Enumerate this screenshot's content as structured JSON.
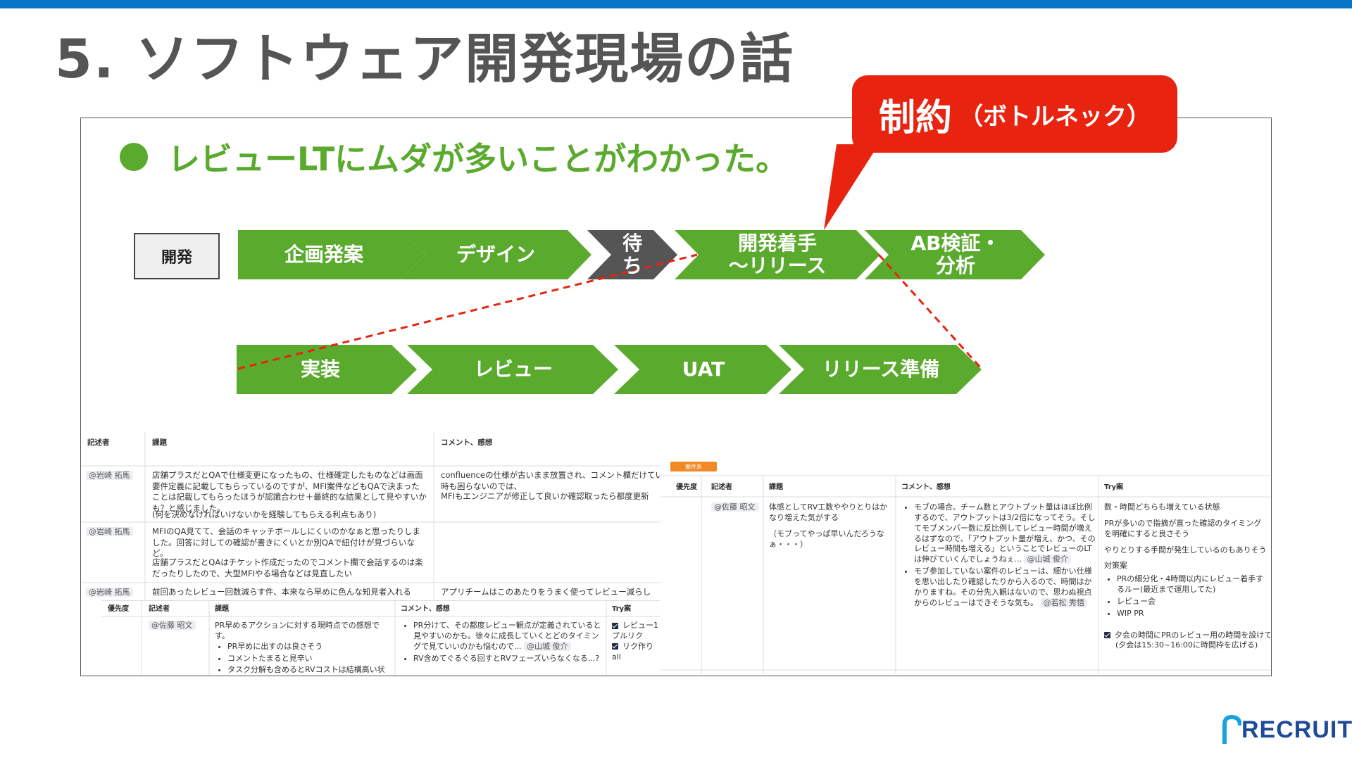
{
  "slide": {
    "title": "5. ソフトウェア開発現場の話",
    "bullet": "レビューLTにムダが多いことがわかった。",
    "callout_main": "制約",
    "callout_sub": "（ボトルネック）",
    "dev_label": "開発",
    "flow_top": [
      "企画発案",
      "デザイン",
      "待\nち",
      "開発着手\n〜リリース",
      "AB検証・\n分析"
    ],
    "flow_bottom": [
      "実装",
      "レビュー",
      "UAT",
      "リリース準備"
    ],
    "logo": "RECRUIT"
  },
  "colors": {
    "accent_green": "#5aaa2e",
    "wait_gray": "#555555",
    "callout_red": "#e8230f",
    "topbar_blue": "#0a74c4",
    "logo_blue": "#1e4a9a"
  },
  "table_a": {
    "headers": [
      "記述者",
      "課題",
      "コメント、感想"
    ],
    "rows": [
      {
        "author": "@岩崎 拓馬",
        "issue": "店舗プラスだとQAで仕様変更になったもの、仕様確定したものなどは画面要件定義に記載してもらっているのですが、MFI案件などもQAで決まったことは記載してもらったほうが認識合わせ＋最終的な結果として見やすいかも？と感じました。",
        "issue2": "(何を決めなければいけないかを経験してもらえる利点もあり)",
        "comment": "confluenceの仕様が古いまま放置され、コメント欄だけていった方が、レビュー時やテスト時も困らないのでは、",
        "comment2": "MFIもエンジニアが修正して良いか確認取ったら都度更新"
      },
      {
        "author": "@岩崎 拓馬",
        "issue": "MFIのQA見てて、会話のキャッチボールしにくいのかなぁと思ったりしました。回答に対しての確認が書きにくいとか別QAで紐付けが見づらいなど。",
        "issue2": "店舗プラスだとQAはチケット作成だったのでコメント欄で会話するのは楽だったりしたので、大型MFIやる場合などは見直したい",
        "comment": "",
        "comment2": ""
      },
      {
        "author": "@岩崎 拓馬",
        "issue": "前回あったレビュー回数減らす件、本来なら早めに色んな知見者入れる",
        "issue2": "",
        "comment": "アプリチームはこのあたりをうまく使ってレビュー減らし",
        "comment2": ""
      }
    ]
  },
  "table_b": {
    "headers": [
      "優先度",
      "記述者",
      "課題",
      "コメント、感想",
      "Try案"
    ],
    "author": "@佐藤 昭文",
    "issue": "PR早めるアクションに対する現時点での感想です。",
    "issue_items": [
      "PR早めに出すのは良さそう",
      "コメントたまると見辛い",
      "タスク分解も含めるとRVコストは結構高い状態にあるきがするけど、フロー効率とし"
    ],
    "comment_items": [
      "PR分けて、その都度レビュー観点が定義されていると見やすいのかも。徐々に成長していくとどのタイミングで見ていいのかも悩むので...",
      "RV含めてぐるぐる回すとRVフェーズいらなくなる...?"
    ],
    "comment_mention": "@山城 俊介",
    "try_items": [
      "レビュー1",
      "プルリク",
      "リク作り",
      "all"
    ]
  },
  "table_c": {
    "tag": "案件系",
    "headers": [
      "優先度",
      "記述者",
      "課題",
      "コメント、感想",
      "Try案"
    ],
    "author": "@佐藤 昭文",
    "issue": "体感としてRV工数ややりとりはかなり増えた気がする",
    "issue2": "（モブってやっぱ早いんだろうなぁ・・・）",
    "comment_1": "モブの場合、チーム数とアウトプット量はほぼ比例するので、アウトプットは3/2倍になってそう。そしてモブメンバー数に反比例してレビュー時間が増えるはずなので、「アウトプット量が増え、かつ、そのレビュー時間も増える」ということでレビューのLTは伸びていくんでしょうねぇ...",
    "comment_1_mention": "@山城 俊介",
    "comment_2": "モブ参加していない案件のレビューは、細かい仕様を思い出したり確認したりから入るので、時間はかかりますね。その分先入観はないので、思わぬ視点からのレビューはできそうな気も。",
    "comment_2_mention": "@若松 秀悟",
    "try_1": "数・時間どちらも増えている状態",
    "try_2": "PRが多いので指摘が直った確認のタイミングを明確にすると良さそう",
    "try_3": "やりとりする手間が発生しているのもありそう",
    "try_head": "対策案",
    "try_items": [
      "PRの細分化・4時間以内にレビュー着手するルー(最近まで運用してた)",
      "レビュー会",
      "WIP PR"
    ],
    "try_check": "夕会の時間にPRのレビュー用の時間を設けてみ",
    "try_check_note": "(夕会は15:30~16:00に時間枠を広げる)"
  }
}
